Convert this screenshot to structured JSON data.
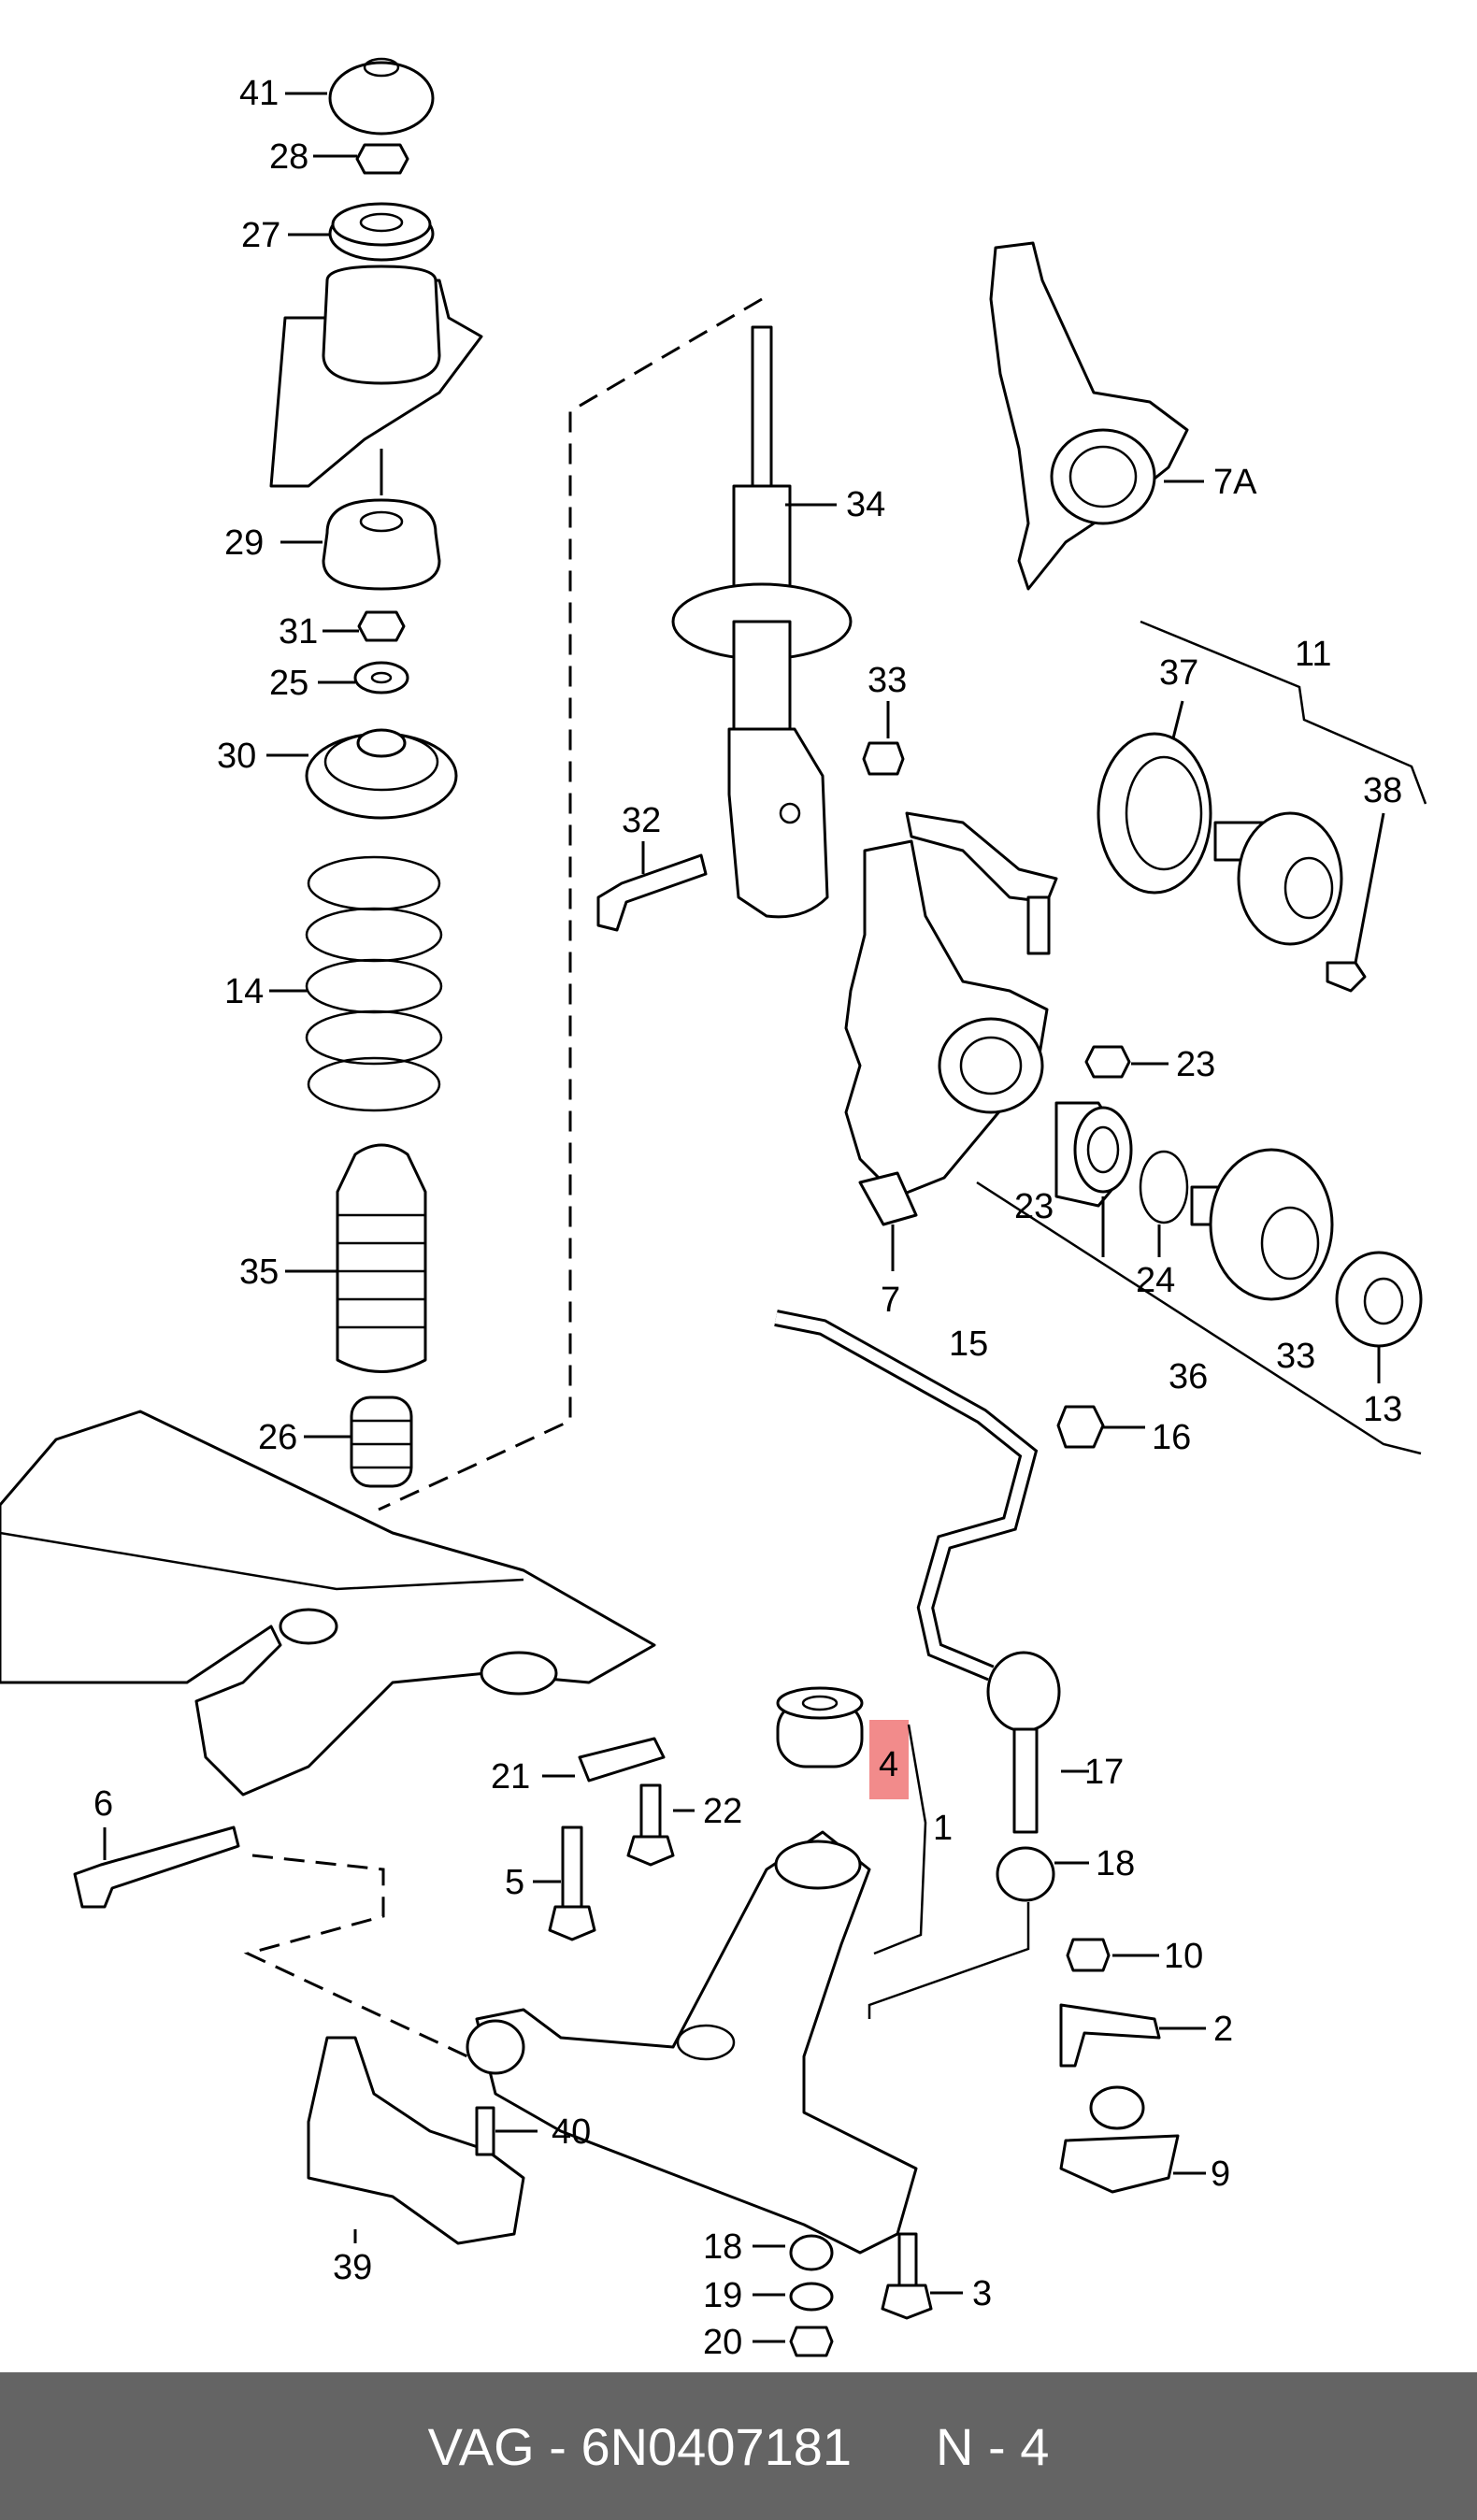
{
  "labels": {
    "p41": "41",
    "p28": "28",
    "p27": "27",
    "p29": "29",
    "p31": "31",
    "p25": "25",
    "p30": "30",
    "p14": "14",
    "p35": "35",
    "p26": "26",
    "p34": "34",
    "p33a": "33",
    "p32": "32",
    "p7a": "7A",
    "p11": "11",
    "p37": "37",
    "p38": "38",
    "p23a": "23",
    "p23b": "23",
    "p24": "24",
    "p7": "7",
    "p33b": "33",
    "p36": "36",
    "p13": "13",
    "p15": "15",
    "p16": "16",
    "p4": "4",
    "p1": "1",
    "p17": "17",
    "p18a": "18",
    "p21": "21",
    "p22": "22",
    "p6": "6",
    "p5": "5",
    "p10": "10",
    "p2": "2",
    "p9": "9",
    "p40": "40",
    "p39": "39",
    "p18b": "18",
    "p19": "19",
    "p20": "20",
    "p3": "3"
  },
  "highlight": {
    "part": "4",
    "color": "#f28b8b"
  },
  "footer": {
    "brand_part": "VAG - 6N0407181",
    "ref": "N - 4"
  },
  "colors": {
    "footer_bg": "#646464",
    "footer_text": "#ffffff"
  }
}
